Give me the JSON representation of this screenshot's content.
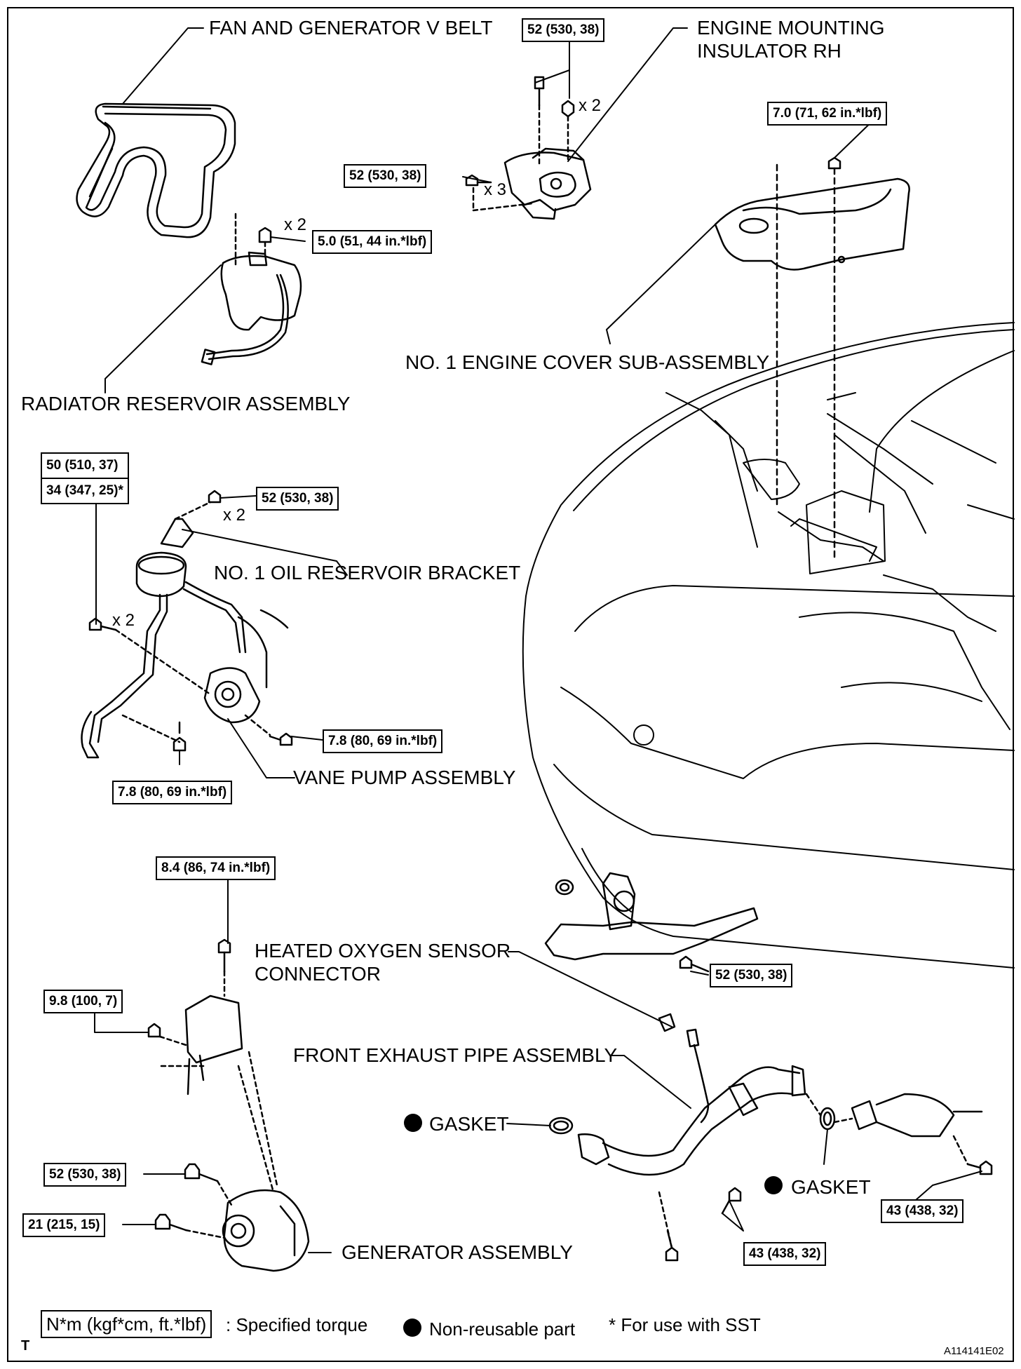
{
  "labels": {
    "fan_belt": "FAN AND GENERATOR V BELT",
    "engine_mount_1": "ENGINE MOUNTING",
    "engine_mount_2": "INSULATOR RH",
    "radiator_reservoir": "RADIATOR RESERVOIR ASSEMBLY",
    "engine_cover": "NO. 1 ENGINE COVER SUB-ASSEMBLY",
    "oil_bracket": "NO. 1 OIL RESERVOIR BRACKET",
    "vane_pump": "VANE PUMP ASSEMBLY",
    "o2_connector_1": "HEATED OXYGEN SENSOR",
    "o2_connector_2": "CONNECTOR",
    "front_exhaust": "FRONT EXHAUST PIPE ASSEMBLY",
    "gasket": "GASKET",
    "generator": "GENERATOR ASSEMBLY"
  },
  "multipliers": {
    "x2": "x 2",
    "x3": "x 3"
  },
  "torques": {
    "mount_top": "52 (530, 38)",
    "mount_side": "52 (530, 38)",
    "engine_cover": "7.0 (71, 62 in.*lbf)",
    "reservoir": "5.0 (51, 44 in.*lbf)",
    "pump_a": "50 (510, 37)",
    "pump_b": "34 (347, 25)*",
    "bracket": "52 (530, 38)",
    "pump_side": "7.8 (80, 69 in.*lbf)",
    "pump_bottom": "7.8 (80, 69 in.*lbf)",
    "gen_top": "8.4 (86, 74 in.*lbf)",
    "gen_nut": "9.8 (100, 7)",
    "gen_bolt_1": "52 (530, 38)",
    "gen_bolt_2": "21 (215, 15)",
    "crossmember": "52 (530, 38)",
    "exhaust_1": "43 (438, 32)",
    "exhaust_2": "43 (438, 32)"
  },
  "legend": {
    "torque_box": "N*m (kgf*cm, ft.*lbf)",
    "torque_text": ": Specified torque",
    "nonreusable": "Non-reusable part",
    "sst": "* For use with SST"
  },
  "corner": {
    "left": "T",
    "right": "A114141E02"
  }
}
